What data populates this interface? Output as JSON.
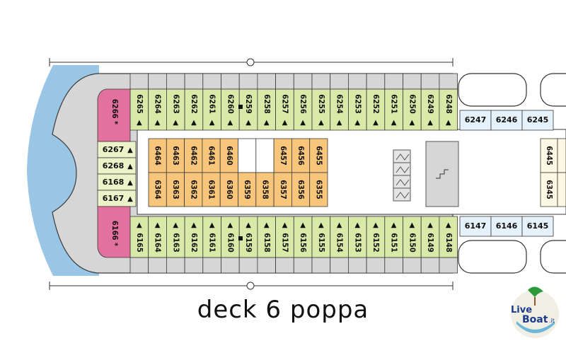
{
  "title": "deck 6 poppa",
  "logo": {
    "text_live": "Live",
    "text_boat": "Boat",
    "text_domain": ".it"
  },
  "colors": {
    "green": "#d9e9a8",
    "orange": "#f7c67a",
    "pink": "#e2719e",
    "lightgreen": "#ecf3c8",
    "blue": "#e5f1fb",
    "cream": "#fdf8e4",
    "grey": "#d6d6d6",
    "hull": "#9ac6e6",
    "outline": "#3a3a3a"
  },
  "rows": {
    "top_green": [
      "6265",
      "6264",
      "6263",
      "6262",
      "6261",
      "6260",
      "6259",
      "6258",
      "6257",
      "6256",
      "6255",
      "6254",
      "6253",
      "6252",
      "6251",
      "6250",
      "6249",
      "6248"
    ],
    "bottom_green": [
      "6165",
      "6164",
      "6163",
      "6162",
      "6161",
      "6160",
      "6159",
      "6158",
      "6157",
      "6156",
      "6155",
      "6154",
      "6153",
      "6152",
      "6151",
      "6150",
      "6149",
      "6148"
    ],
    "inner_top": [
      "6464",
      "6463",
      "6462",
      "6461",
      "6460",
      "",
      "",
      "6457",
      "6456",
      "6455"
    ],
    "inner_bottom": [
      "6364",
      "6363",
      "6362",
      "6361",
      "6360",
      "6359",
      "6358",
      "6357",
      "6356",
      "6355"
    ],
    "left_small": [
      "6267",
      "6268",
      "6168",
      "6167"
    ],
    "pink_top": "6266",
    "pink_bottom": "6166",
    "right_top_blue": [
      "6247",
      "6246",
      "6245"
    ],
    "right_bottom_blue": [
      "6147",
      "6146",
      "6145"
    ],
    "right_cream": [
      "6445",
      "6345"
    ]
  },
  "symbols": {
    "star": "*",
    "triangle": "▲"
  }
}
